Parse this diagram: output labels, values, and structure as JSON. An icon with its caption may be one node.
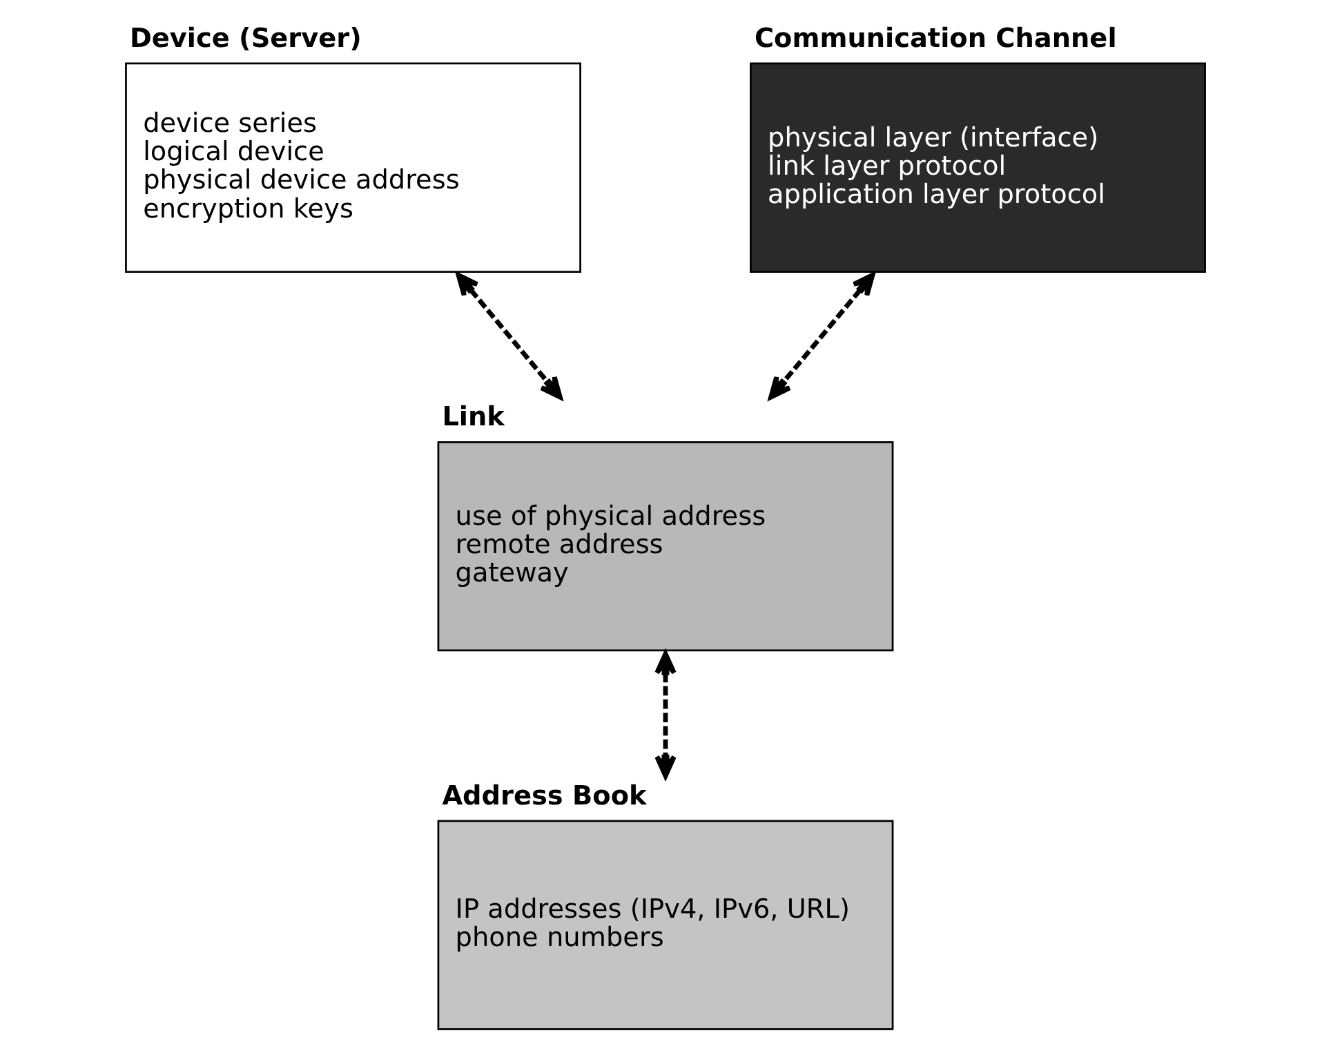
{
  "diagram": {
    "nodes": [
      {
        "text": [
          "Device (Server)",
          "device series",
          "logical device",
          "physical device address",
          "encryption keys"
        ]
      },
      {
        "text": [
          "Communication Channel",
          "physical layer (interface)",
          "link layer protocol",
          "application layer protocol"
        ]
      },
      {
        "text": [
          "Link",
          "use of physical address",
          "remote address",
          "gateway"
        ]
      },
      {
        "text": [
          "Address Book",
          "IP addresses (IPv4, IPv6, URL)",
          "phone numbers"
        ]
      }
    ],
    "edges": [
      {
        "from": 0,
        "to": 2,
        "arrow": "both",
        "style": "dashed"
      },
      {
        "from": 1,
        "to": 2,
        "arrow": "both",
        "style": "dashed"
      },
      {
        "from": 2,
        "to": 3,
        "arrow": "both",
        "style": "dashed"
      }
    ]
  }
}
